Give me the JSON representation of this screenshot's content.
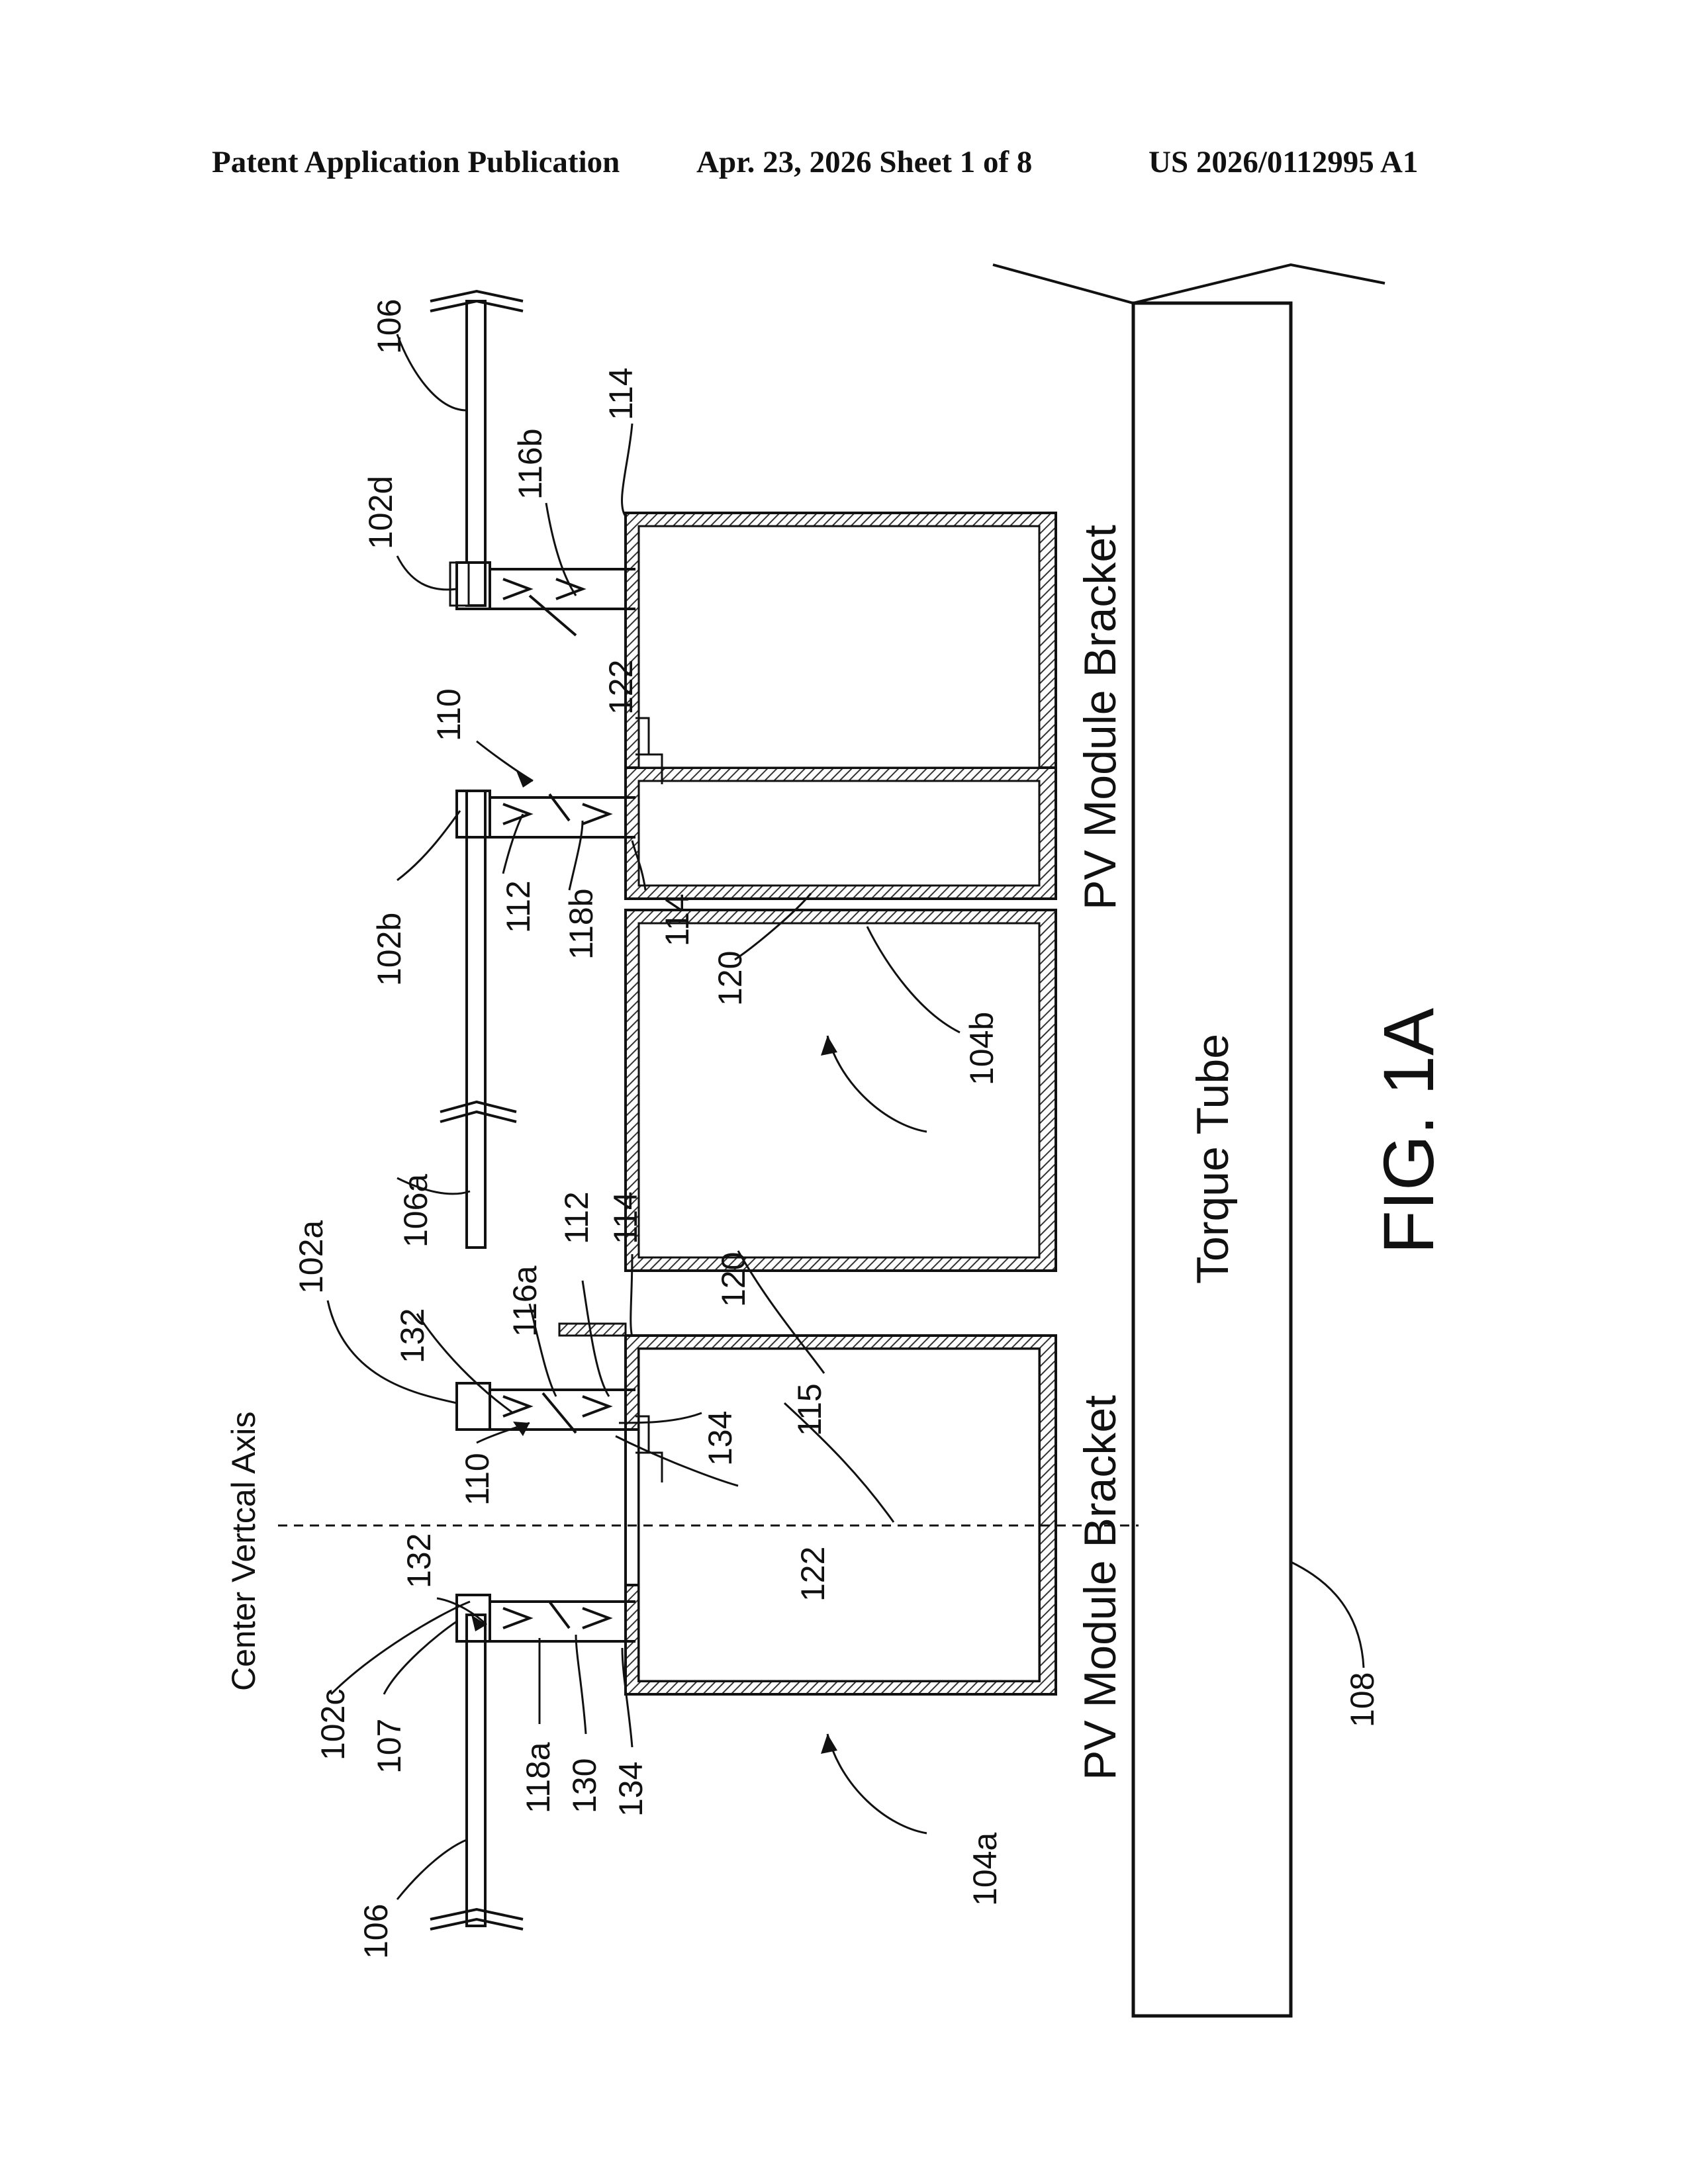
{
  "header": {
    "left": "Patent Application Publication",
    "center": "Apr. 23, 2026  Sheet 1 of 8",
    "right": "US 2026/0112995 A1"
  },
  "figure": {
    "caption": "FIG. 1A",
    "torque_tube_label": "Torque Tube",
    "bracket_label_left": "PV Module Bracket",
    "bracket_label_right": "PV Module Bracket",
    "axis_label": "Center Vertcal Axis"
  },
  "refs": {
    "r106_top": "106",
    "r102d": "102d",
    "r116b": "116b",
    "r114_top": "114",
    "r110_top": "110",
    "r122_top": "122",
    "r102b": "102b",
    "r112_top": "112",
    "r118b": "118b",
    "r114_mid": "114",
    "r120_top": "120",
    "r104b": "104b",
    "r106a": "106a",
    "r102a": "102a",
    "r132_mid": "132",
    "r116a": "116a",
    "r112_mid": "112",
    "r114_low": "114",
    "r120_low": "120",
    "r110_low": "110",
    "r134_mid": "134",
    "r115": "115",
    "r122_low": "122",
    "r132_low": "132",
    "r102c": "102c",
    "r107": "107",
    "r118a": "118a",
    "r130": "130",
    "r134_low": "134",
    "r106_low": "106",
    "r104a": "104a",
    "r108": "108"
  }
}
